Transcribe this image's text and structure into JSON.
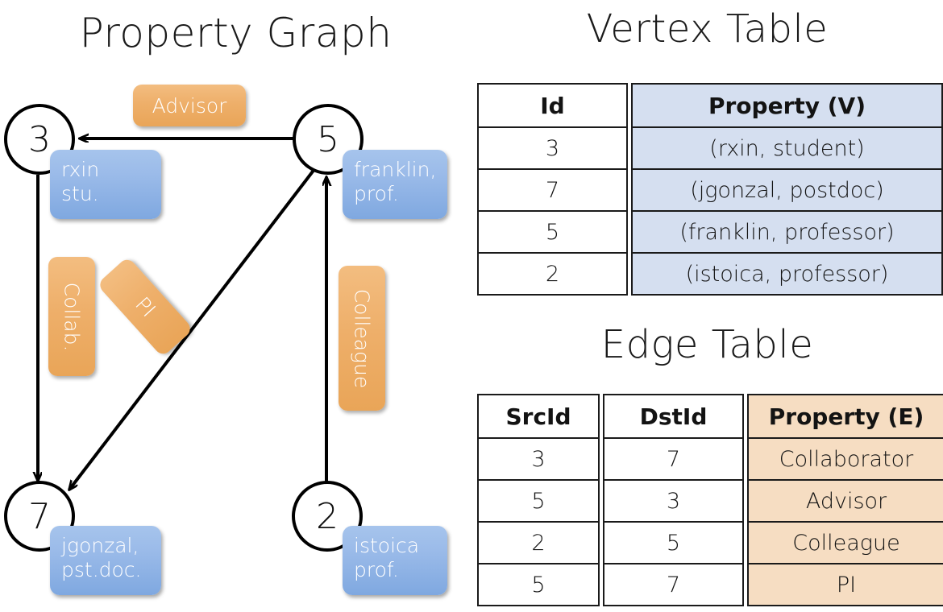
{
  "titles": {
    "property_graph": "Property Graph",
    "vertex_table": "Vertex Table",
    "edge_table": "Edge Table"
  },
  "graph": {
    "nodes": [
      {
        "id": "3",
        "property_lines": [
          "rxin",
          "stu."
        ]
      },
      {
        "id": "5",
        "property_lines": [
          "franklin,",
          "prof."
        ]
      },
      {
        "id": "7",
        "property_lines": [
          "jgonzal,",
          "pst.doc."
        ]
      },
      {
        "id": "2",
        "property_lines": [
          "istoica",
          "prof."
        ]
      }
    ],
    "edge_labels": [
      {
        "name": "advisor",
        "text": "Advisor"
      },
      {
        "name": "collab",
        "text": "Collab."
      },
      {
        "name": "pi",
        "text": "PI"
      },
      {
        "name": "colleague",
        "text": "Colleague"
      }
    ]
  },
  "colors": {
    "vertex_property_fill": "#d5dff0",
    "edge_property_fill": "#f6ddc2",
    "node_box_blue": "#9bbbe9",
    "edge_box_orange": "#eeaf6a",
    "stroke": "#1a1a1a"
  },
  "chart_data": {
    "type": "table",
    "vertex_table": {
      "title": "Vertex Table",
      "columns": [
        "Id",
        "Property (V)"
      ],
      "rows": [
        [
          "3",
          "(rxin, student)"
        ],
        [
          "7",
          "(jgonzal, postdoc)"
        ],
        [
          "5",
          "(franklin, professor)"
        ],
        [
          "2",
          "(istoica, professor)"
        ]
      ]
    },
    "edge_table": {
      "title": "Edge Table",
      "columns": [
        "SrcId",
        "DstId",
        "Property (E)"
      ],
      "rows": [
        [
          "3",
          "7",
          "Collaborator"
        ],
        [
          "5",
          "3",
          "Advisor"
        ],
        [
          "2",
          "5",
          "Colleague"
        ],
        [
          "5",
          "7",
          "PI"
        ]
      ]
    },
    "graph_edges": [
      {
        "src": "3",
        "dst": "7",
        "label": "Collab."
      },
      {
        "src": "5",
        "dst": "3",
        "label": "Advisor"
      },
      {
        "src": "2",
        "dst": "5",
        "label": "Colleague"
      },
      {
        "src": "5",
        "dst": "7",
        "label": "PI"
      }
    ]
  }
}
